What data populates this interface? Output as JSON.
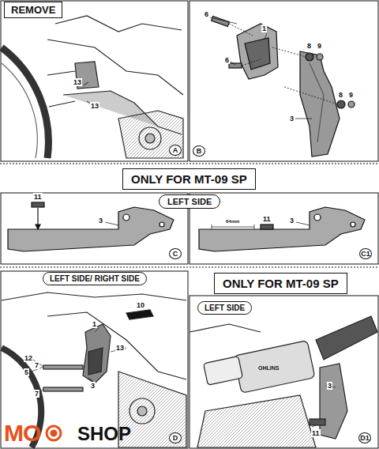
{
  "diagram": {
    "nodes": [
      {
        "text": [
          "REMOVE"
        ]
      },
      {
        "text": [
          "ONLY FOR MT-09 SP"
        ]
      },
      {
        "text": [
          "LEFT SIDE"
        ]
      },
      {
        "text": [
          "LEFT SIDE/ RIGHT SIDE"
        ]
      },
      {
        "text": [
          "ONLY FOR MT-09 SP"
        ]
      },
      {
        "text": [
          "LEFT SIDE"
        ]
      }
    ],
    "labels": [
      "13",
      "13",
      "A",
      "6",
      "1",
      "6",
      "8",
      "9",
      "8",
      "9",
      "3",
      "B",
      "11",
      "3",
      "C",
      "64mm",
      "11",
      "3",
      "C1",
      "1",
      "10",
      "13",
      "12",
      "5",
      "7",
      "3",
      "7",
      "D",
      "OHLINS",
      "3",
      "11",
      "D1",
      "MO",
      "SHOP"
    ]
  }
}
